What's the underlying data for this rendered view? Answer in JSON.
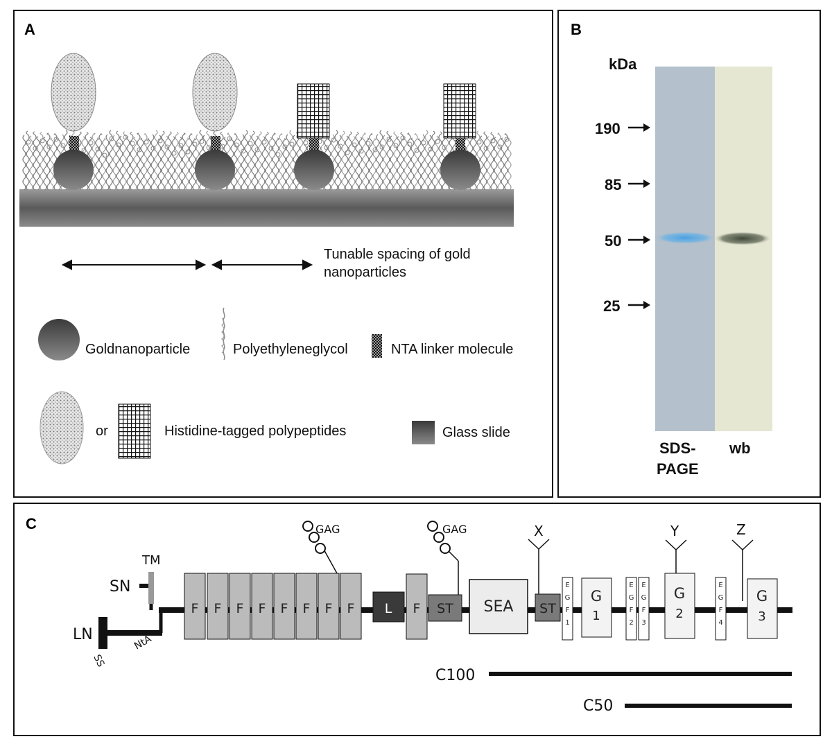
{
  "panel_a": {
    "label": "A",
    "spacing_caption_line1": "Tunable spacing of gold",
    "spacing_caption_line2": "nanoparticles",
    "legend": {
      "gold": "Goldnanoparticle",
      "peg": "Polyethyleneglycol",
      "nta": "NTA linker molecule",
      "or": "or",
      "his": "Histidine-tagged polypeptides",
      "glass": "Glass slide"
    }
  },
  "panel_b": {
    "label": "B",
    "unit": "kDa",
    "markers": [
      "190",
      "85",
      "50",
      "25"
    ],
    "lane1_line1": "SDS-",
    "lane1_line2": "PAGE",
    "lane2": "wb"
  },
  "panel_c": {
    "label": "C",
    "tm": "TM",
    "sn": "SN",
    "ln": "LN",
    "ss": "SS",
    "nta": "NtA",
    "f": "F",
    "l": "L",
    "st": "ST",
    "sea": "SEA",
    "gag": "GAG",
    "x": "X",
    "y": "Y",
    "z": "Z",
    "egf1": "EGF1",
    "egf2": "EGF2",
    "egf3": "EGF3",
    "egf4": "EGF4",
    "g1_letter": "G",
    "g1_num": "1",
    "g2_letter": "G",
    "g2_num": "2",
    "g3_letter": "G",
    "g3_num": "3",
    "c100": "C100",
    "c50": "C50"
  },
  "colors": {
    "gold": "#555555",
    "glass": "#666666",
    "sds_lane": "#b4c0cc",
    "wb_lane": "#e6e7d2",
    "sds_band": "#4fa3e0",
    "wb_band": "#4f5747",
    "f_box": "#bbbbbb",
    "l_box": "#3a3a3a",
    "st_box": "#7a7a7a",
    "sea_box": "#ececec"
  }
}
